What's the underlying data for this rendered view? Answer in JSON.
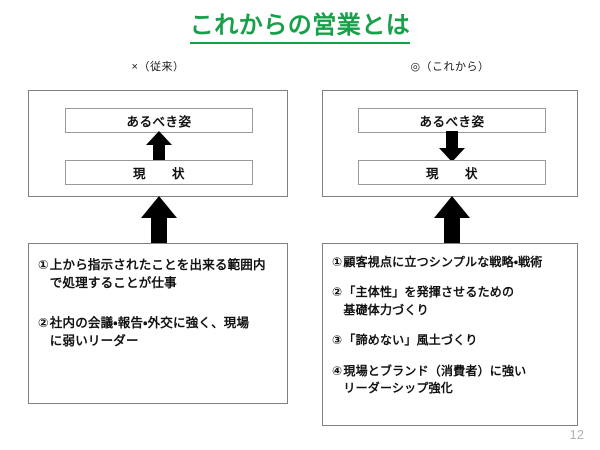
{
  "slide": {
    "title": "これからの営業とは",
    "title_color": "#17a04a",
    "page_number": "12"
  },
  "columns": {
    "left": {
      "header": "×（従来）",
      "top_box": {
        "upper_label": "あるべき姿",
        "lower_label": "現　　状",
        "inner_arrow_direction": "up"
      },
      "connector_arrow_direction": "up",
      "items": [
        {
          "marker": "①",
          "text": "上から指示されたことを出来る範囲内\nで処理することが仕事"
        },
        {
          "marker": "②",
          "text": "社内の会議・報告・外交に強く、現場\nに弱いリーダー"
        }
      ]
    },
    "right": {
      "header": "◎（これから）",
      "top_box": {
        "upper_label": "あるべき姿",
        "lower_label": "現　　状",
        "inner_arrow_direction": "down"
      },
      "connector_arrow_direction": "up",
      "items": [
        {
          "marker": "①",
          "text": "顧客視点に立つシンプルな戦略・戦術"
        },
        {
          "marker": "②",
          "text": "「主体性」を発揮させるための\n基礎体力づくり"
        },
        {
          "marker": "③",
          "text": "「諦めない」風土づくり"
        },
        {
          "marker": "④",
          "text": "現場とブランド（消費者）に強い\nリーダーシップ強化"
        }
      ]
    }
  }
}
